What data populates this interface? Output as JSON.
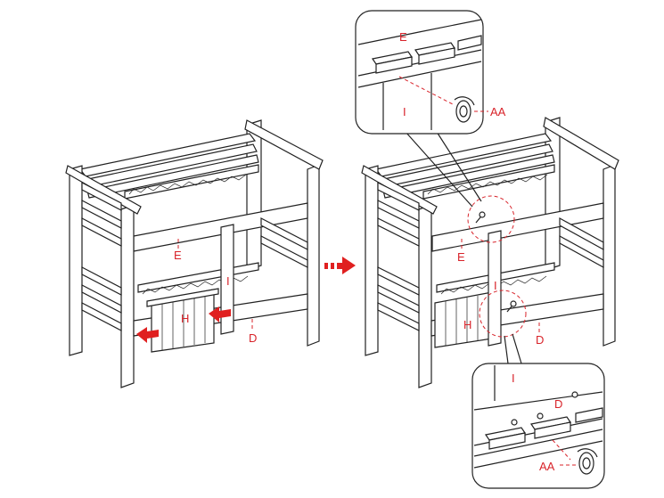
{
  "labels": {
    "left_E": "E",
    "left_H": "H",
    "left_I": "I",
    "left_D": "D",
    "right_E": "E",
    "right_H": "H",
    "right_I": "I",
    "right_D": "D",
    "detail_top_E": "E",
    "detail_top_I": "I",
    "detail_top_AA": "AA",
    "detail_bottom_I": "I",
    "detail_bottom_D": "D",
    "detail_bottom_AA": "AA"
  },
  "colors": {
    "line": "#222222",
    "label_red": "#d8232a",
    "arrow_red": "#e02020"
  },
  "icons": {
    "step_arrow": "dashed-right-arrow",
    "push_arrows": "red-left-arrow",
    "fastener": "bolt-with-washer"
  }
}
